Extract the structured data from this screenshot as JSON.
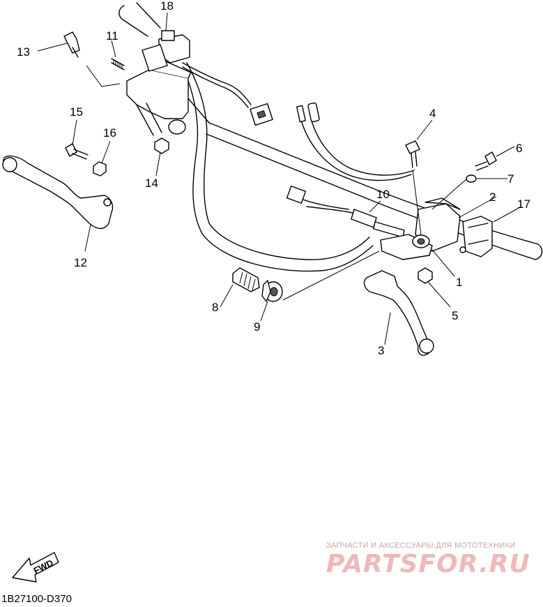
{
  "callouts": {
    "c1": "1",
    "c2": "2",
    "c3": "3",
    "c4": "4",
    "c5": "5",
    "c6": "6",
    "c7": "7",
    "c8": "8",
    "c9": "9",
    "c10": "10",
    "c11": "11",
    "c12": "12",
    "c13": "13",
    "c14": "14",
    "c15": "15",
    "c16": "16",
    "c17": "17",
    "c18": "18"
  },
  "fwd_label": "FWD",
  "diagram_code": "1B27100-D370",
  "watermark": {
    "tagline": "ЗАПЧАСТИ И АКСЕССУАРЫ ДЛЯ МОТОТЕХНИКИ",
    "logo": "PARTSFOR.RU"
  },
  "colors": {
    "line": "#000000",
    "watermark": "#f0b8b8"
  }
}
